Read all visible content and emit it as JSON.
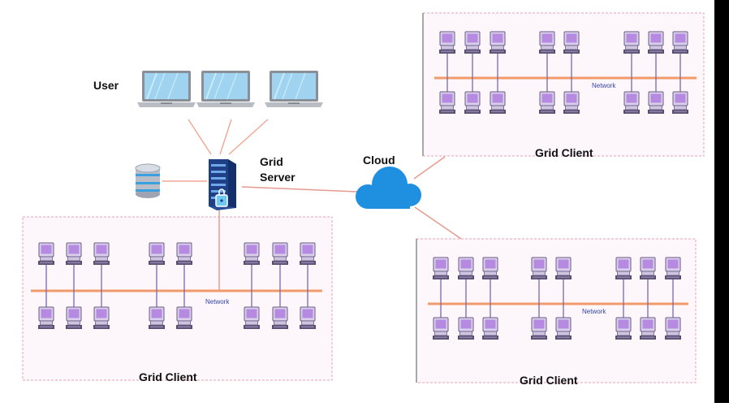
{
  "labels": {
    "user": "User",
    "grid_server_line1": "Grid",
    "grid_server_line2": "Server",
    "cloud": "Cloud",
    "network": "Network",
    "grid_client": "Grid Client"
  },
  "clusters": [
    {
      "id": "top-right",
      "label": "Grid Client",
      "network_label": "Network"
    },
    {
      "id": "bottom-right",
      "label": "Grid Client",
      "network_label": "Network"
    },
    {
      "id": "bottom-left",
      "label": "Grid Client",
      "network_label": "Network"
    }
  ],
  "colors": {
    "cluster_border": "#e6a3b4",
    "cluster_fill": "#fdf6fa",
    "network_bus": "#f29a6a",
    "link": "#f4a592",
    "cloud": "#1f8fe0",
    "server": "#1f3f86",
    "computer_screen": "#b58ae0"
  },
  "icons": {
    "user": "laptop-icon",
    "server": "server-icon",
    "database": "database-icon",
    "cloud": "cloud-icon",
    "client": "desktop-computer-icon"
  }
}
